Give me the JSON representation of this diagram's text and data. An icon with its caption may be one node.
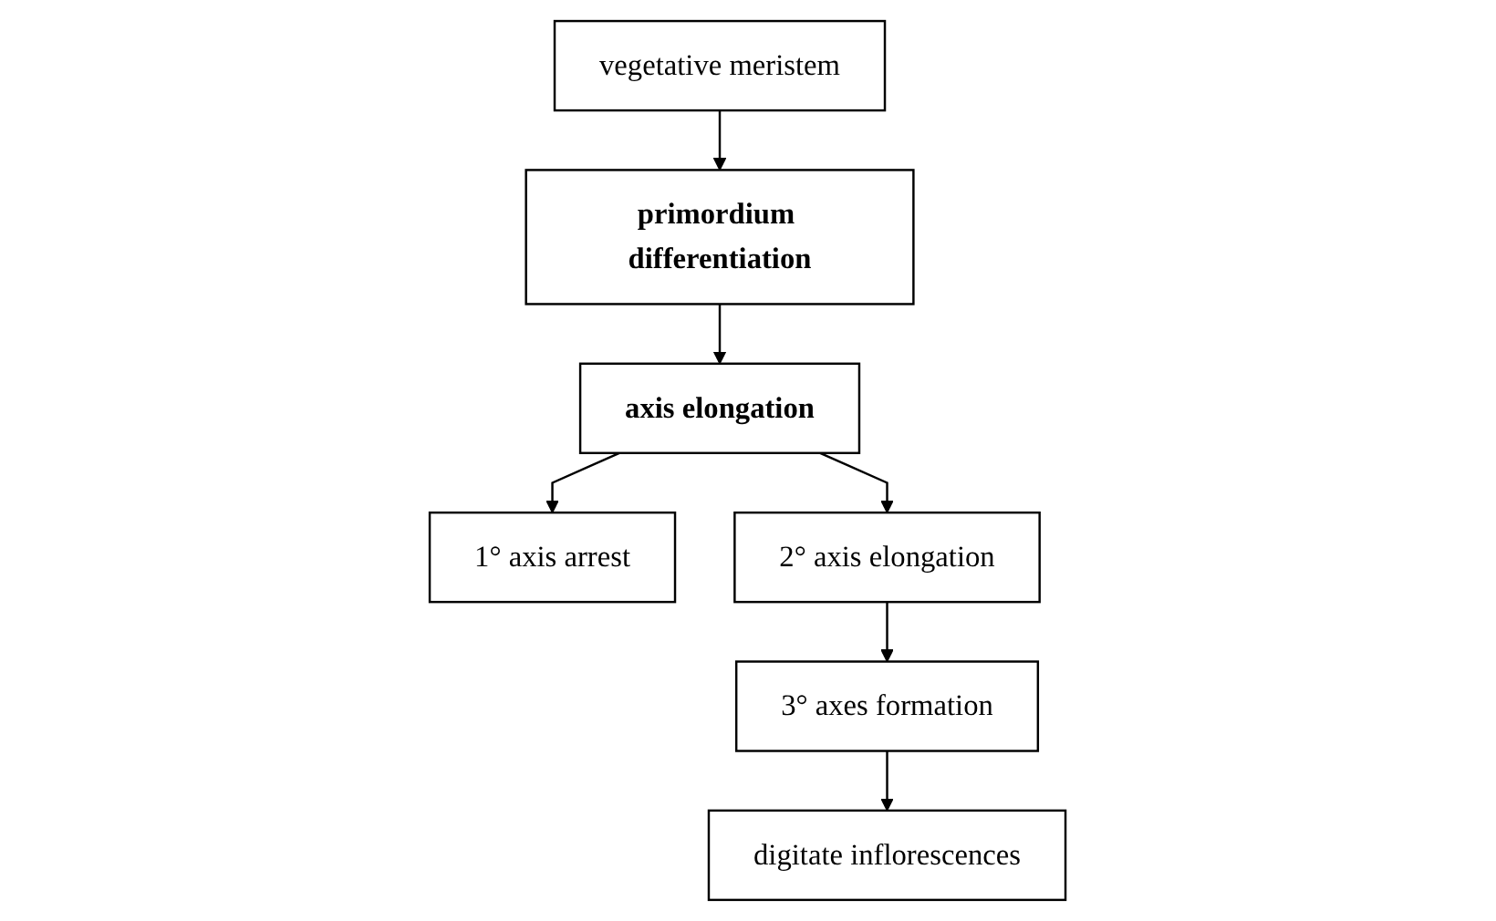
{
  "diagram": {
    "nodes": [
      {
        "text": [
          "vegetative meristem"
        ]
      },
      {
        "text": [
          "primordium differentiation"
        ]
      },
      {
        "text": [
          "axis elongation"
        ]
      },
      {
        "text": [
          "1° axis arrest"
        ]
      },
      {
        "text": [
          "2° axis elongation"
        ]
      },
      {
        "text": [
          "3° axes formation"
        ]
      },
      {
        "text": [
          "digitate inflorescences"
        ]
      }
    ],
    "edges": [
      {
        "from": 0,
        "to": 1,
        "arrow": "to"
      },
      {
        "from": 1,
        "to": 2,
        "arrow": "to"
      },
      {
        "from": 2,
        "to": 3,
        "arrow": "to"
      },
      {
        "from": 2,
        "to": 4,
        "arrow": "to"
      },
      {
        "from": 4,
        "to": 5,
        "arrow": "to"
      },
      {
        "from": 5,
        "to": 6,
        "arrow": "to"
      }
    ]
  }
}
